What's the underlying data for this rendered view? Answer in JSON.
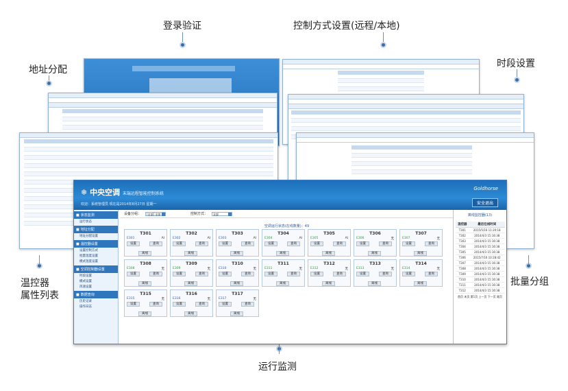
{
  "callouts": {
    "login": "登录验证",
    "control": "控制方式设置(远程/本地)",
    "address": "地址分配",
    "schedule": "时段设置",
    "props_line1": "温控器",
    "props_line2": "属性列表",
    "batch": "批量分组",
    "monitor": "运行监测"
  },
  "app": {
    "system_name": "中央空调",
    "system_subtitle": "末端远程智能控制系统",
    "user_info": "欢迎：系统管理员 现在是2014年8月27日 星期一",
    "brand": "Goldhorse",
    "exit_label": "安全退出"
  },
  "sidebar": [
    {
      "group": "状态监测",
      "icon": "gear-icon",
      "items": [
        "运行状态"
      ]
    },
    {
      "group": "地址分配",
      "icon": "grid-icon",
      "items": [
        "地址分配设置"
      ]
    },
    {
      "group": "温控器设置",
      "icon": "thermometer-icon",
      "items": [
        "设置控制方式",
        "批量温度设置",
        "模式温度设置"
      ]
    },
    {
      "group": "空调控制器设置",
      "icon": "grid-icon",
      "items": [
        "时段设置",
        "模式设置",
        "风速设置"
      ]
    },
    {
      "group": "数据查询",
      "icon": "search-icon",
      "items": [
        "历史记录",
        "操作日志"
      ]
    }
  ],
  "filters": {
    "group_label": "设备分组：",
    "group_value": "[全部] 全部",
    "mode_label": "控制方式：",
    "mode_value": "全部"
  },
  "status_line": "空调运行状态(在线数量)：49",
  "cards": [
    {
      "name": "T301",
      "code": "E301",
      "mode": "AI"
    },
    {
      "name": "T302",
      "code": "E302",
      "mode": "AI"
    },
    {
      "name": "T303",
      "code": "E303",
      "mode": "AI"
    },
    {
      "name": "T304",
      "code": "E304",
      "mode": "AI"
    },
    {
      "name": "T305",
      "code": "E305",
      "mode": "AI"
    },
    {
      "name": "T306",
      "code": "E306",
      "mode": "无"
    },
    {
      "name": "T307",
      "code": "E307",
      "mode": "无"
    },
    {
      "name": "T308",
      "code": "E308",
      "mode": "无"
    },
    {
      "name": "T309",
      "code": "E309",
      "mode": "无"
    },
    {
      "name": "T310",
      "code": "E310",
      "mode": "无"
    },
    {
      "name": "T311",
      "code": "E311",
      "mode": "无"
    },
    {
      "name": "T312",
      "code": "E312",
      "mode": "无"
    },
    {
      "name": "T313",
      "code": "E313",
      "mode": "无"
    },
    {
      "name": "T314",
      "code": "E314",
      "mode": "无"
    },
    {
      "name": "T315",
      "code": "E315",
      "mode": "无"
    },
    {
      "name": "T316",
      "code": "E316",
      "mode": "无"
    },
    {
      "name": "T317",
      "code": "E317",
      "mode": "无"
    }
  ],
  "card_buttons": {
    "set": "设置",
    "read": "查询",
    "bottom": "离线"
  },
  "right_panel": {
    "title": "离线监控器(13)",
    "headers": [
      "温控器",
      "最后在线时间"
    ],
    "rows": [
      [
        "T301",
        "2015/5/16 11:20:18"
      ],
      [
        "T302",
        "2014/4/3 15:16:38"
      ],
      [
        "T303",
        "2014/4/3 15:16:38"
      ],
      [
        "T304",
        "2014/4/3 15:16:38"
      ],
      [
        "T305",
        "2014/4/3 15:16:38"
      ],
      [
        "T306",
        "2015/7/16 10:28:42"
      ],
      [
        "T307",
        "2014/4/3 15:16:38"
      ],
      [
        "T308",
        "2014/4/3 15:16:38"
      ],
      [
        "T309",
        "2014/4/3 15:16:38"
      ],
      [
        "T310",
        "2014/4/3 15:16:38"
      ],
      [
        "T311",
        "2014/4/3 15:16:38"
      ],
      [
        "T312",
        "2014/4/3 15:16:38"
      ]
    ],
    "pager": "首页 末页 第1页 上一页 下一页 尾页"
  },
  "colors": {
    "header": "#2d8ad6",
    "sidebar_group": "#2f76bd",
    "accent_line": "#6d8fb5"
  }
}
